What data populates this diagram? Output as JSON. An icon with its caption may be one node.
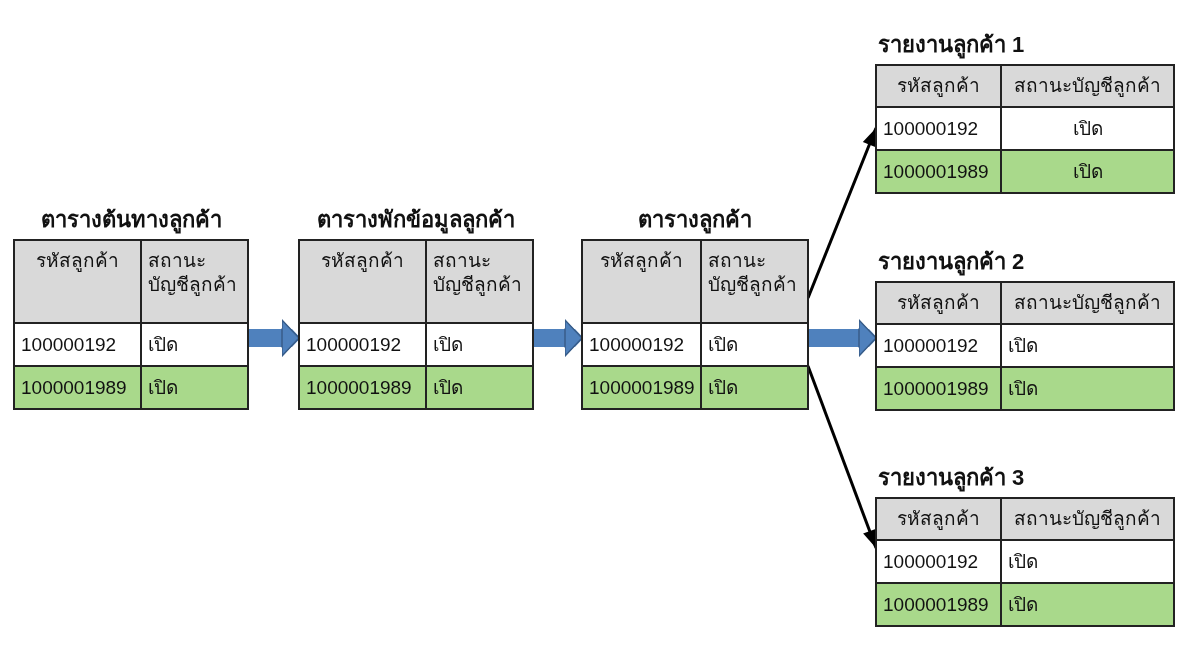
{
  "diagram": {
    "nodes": [
      {
        "text": [
          "ตารางต้นทางลูกค้า",
          "รหัสลูกค้า",
          "สถานะบัญชีลูกค้า",
          "100000192",
          "เปิด",
          "1000001989",
          "เปิด"
        ]
      },
      {
        "text": [
          "ตารางพักข้อมูลลูกค้า",
          "รหัสลูกค้า",
          "สถานะบัญชีลูกค้า",
          "100000192",
          "เปิด",
          "1000001989",
          "เปิด"
        ]
      },
      {
        "text": [
          "ตารางลูกค้า",
          "รหัสลูกค้า",
          "สถานะบัญชีลูกค้า",
          "100000192",
          "เปิด",
          "1000001989",
          "เปิด"
        ]
      },
      {
        "text": [
          "รายงานลูกค้า 1",
          "รหัสลูกค้า",
          "สถานะบัญชีลูกค้า",
          "100000192",
          "เปิด",
          "1000001989",
          "เปิด"
        ]
      },
      {
        "text": [
          "รายงานลูกค้า 2",
          "รหัสลูกค้า",
          "สถานะบัญชีลูกค้า",
          "100000192",
          "เปิด",
          "1000001989",
          "เปิด"
        ]
      },
      {
        "text": [
          "รายงานลูกค้า 3",
          "รหัสลูกค้า",
          "สถานะบัญชีลูกค้า",
          "100000192",
          "เปิด",
          "1000001989",
          "เปิด"
        ]
      }
    ],
    "edges": [
      {
        "from": 0,
        "to": 1,
        "arrow": "to"
      },
      {
        "from": 1,
        "to": 2,
        "arrow": "to"
      },
      {
        "from": 2,
        "to": 3,
        "arrow": "to",
        "color": "#000000"
      },
      {
        "from": 2,
        "to": 4,
        "arrow": "to"
      },
      {
        "from": 2,
        "to": 5,
        "arrow": "to",
        "color": "#000000"
      }
    ]
  }
}
